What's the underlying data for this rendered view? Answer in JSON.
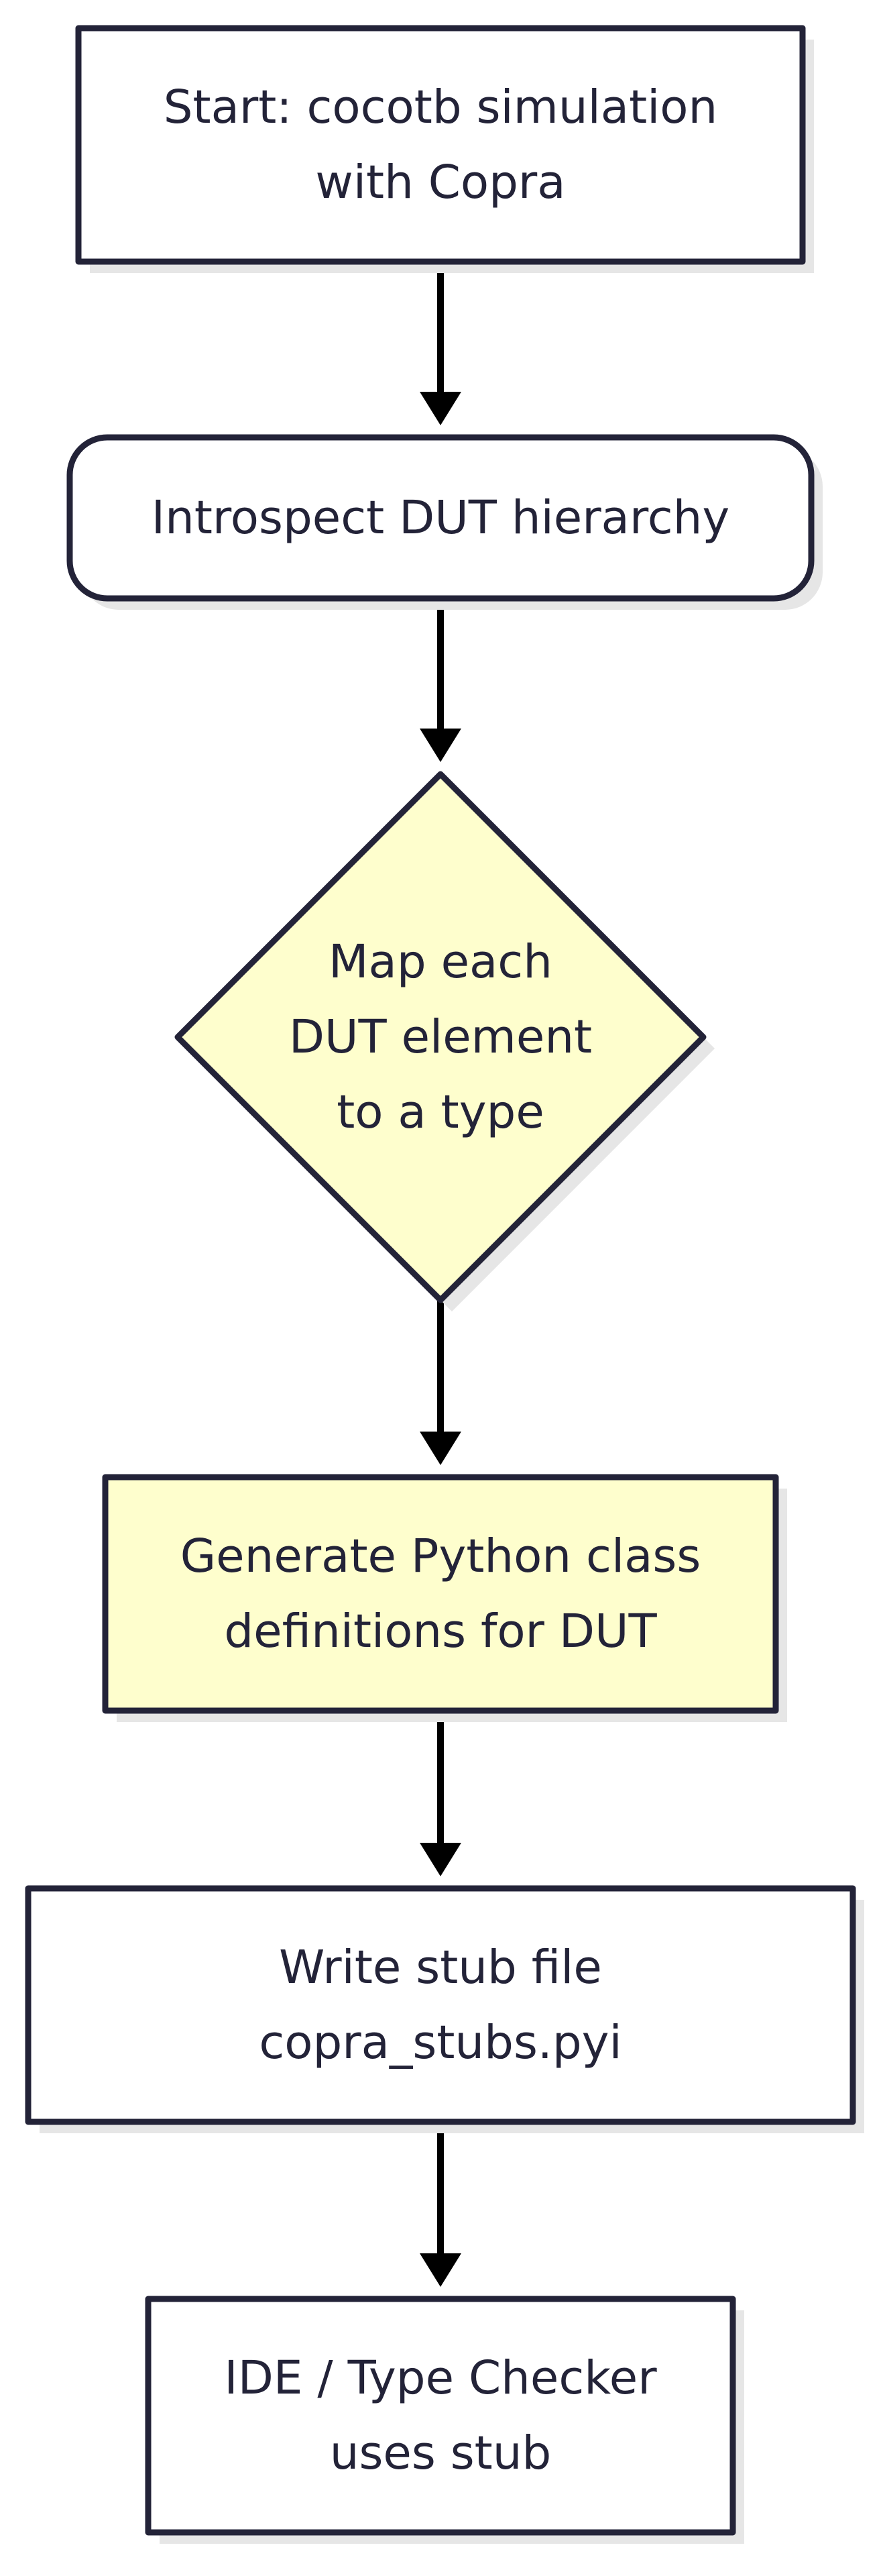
{
  "flowchart": {
    "nodes": [
      {
        "id": "start",
        "shape": "rect",
        "fill": "#ffffff",
        "lines": [
          "Start: cocotb simulation",
          "with Copra"
        ]
      },
      {
        "id": "introspect",
        "shape": "rounded",
        "fill": "#ffffff",
        "lines": [
          "Introspect DUT hierarchy"
        ]
      },
      {
        "id": "map",
        "shape": "diamond",
        "fill": "#fefecd",
        "lines": [
          "Map each",
          "DUT element",
          "to a type"
        ]
      },
      {
        "id": "generate",
        "shape": "rect",
        "fill": "#fefecd",
        "lines": [
          "Generate Python class",
          "definitions for DUT"
        ]
      },
      {
        "id": "write",
        "shape": "rect",
        "fill": "#ffffff",
        "lines": [
          "Write stub file",
          "copra_stubs.pyi"
        ]
      },
      {
        "id": "ide",
        "shape": "rect",
        "fill": "#ffffff",
        "lines": [
          "IDE / Type Checker",
          "uses stub"
        ]
      }
    ],
    "edges": [
      {
        "from": "start",
        "to": "introspect"
      },
      {
        "from": "introspect",
        "to": "map"
      },
      {
        "from": "map",
        "to": "generate"
      },
      {
        "from": "generate",
        "to": "write"
      },
      {
        "from": "write",
        "to": "ide"
      }
    ],
    "colors": {
      "stroke": "#232338",
      "shadow": "#e6e6e6",
      "arrow": "#000000"
    }
  }
}
